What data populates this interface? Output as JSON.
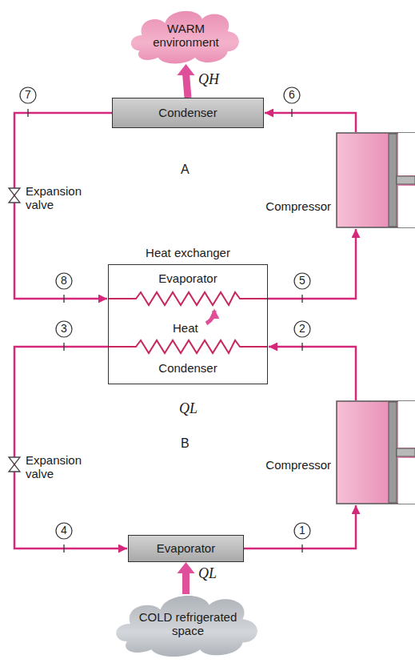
{
  "diagram": {
    "nodes": [
      {
        "text": [
          "WARM environment"
        ]
      },
      {
        "text": [
          "Condenser"
        ]
      },
      {
        "text": [
          "Compressor"
        ]
      },
      {
        "text": [
          "Heat exchanger",
          "Evaporator",
          "Heat",
          "Condenser"
        ]
      },
      {
        "text": [
          "Compressor"
        ]
      },
      {
        "text": [
          "Evaporator"
        ]
      },
      {
        "text": [
          "COLD refrigerated space"
        ]
      }
    ],
    "edges": [
      {
        "from": 1,
        "to": 0,
        "arrow": "to",
        "label": "QH"
      },
      {
        "from": 1,
        "to": 3,
        "arrow": "to"
      },
      {
        "from": 3,
        "to": 2,
        "arrow": "to"
      },
      {
        "from": 2,
        "to": 1,
        "arrow": "to"
      },
      {
        "from": 4,
        "to": 3,
        "arrow": "to"
      },
      {
        "from": 3,
        "to": 5,
        "arrow": "to"
      },
      {
        "from": 5,
        "to": 4,
        "arrow": "to"
      },
      {
        "from": 6,
        "to": 5,
        "arrow": "to",
        "label": "QL"
      }
    ],
    "labels": [
      "7",
      "6",
      "Expansion valve",
      "A",
      "8",
      "5",
      "3",
      "2",
      "QL",
      "Expansion valve",
      "B",
      "4",
      "1"
    ]
  }
}
